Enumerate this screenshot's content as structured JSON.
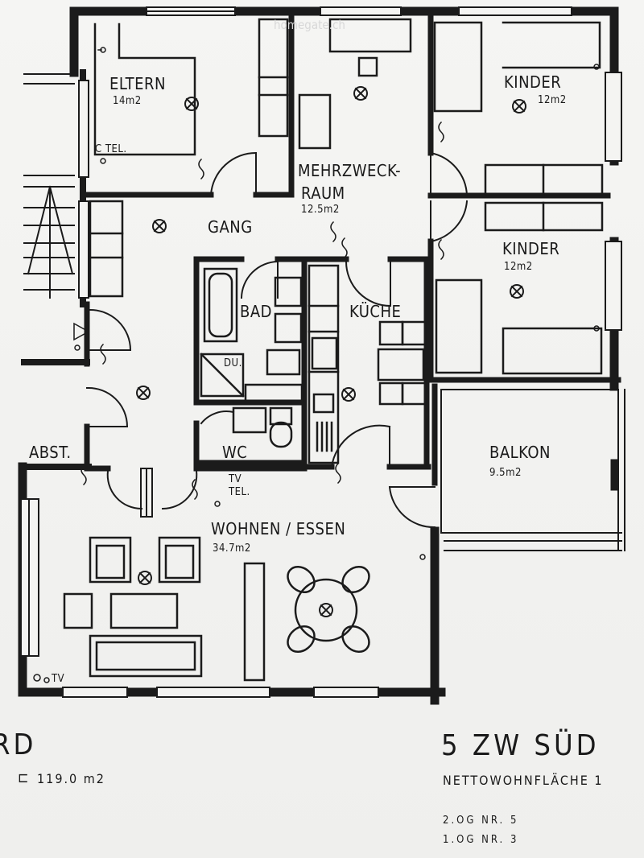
{
  "watermark": "homegate.ch",
  "rooms": {
    "eltern": {
      "name": "ELTERN",
      "area": "14m2"
    },
    "kinder1": {
      "name": "KINDER",
      "area": "12m2"
    },
    "mehrzweck": {
      "name1": "MEHRZWECK-",
      "name2": "RAUM",
      "area": "12.5m2"
    },
    "gang": {
      "name": "GANG"
    },
    "kinder2": {
      "name": "KINDER",
      "area": "12m2"
    },
    "bad": {
      "name": "BAD"
    },
    "du": {
      "name": "DU."
    },
    "kueche": {
      "name": "KÜCHE"
    },
    "wc": {
      "name": "WC"
    },
    "abst": {
      "name": "ABST."
    },
    "balkon": {
      "name": "BALKON",
      "area": "9.5m2"
    },
    "wohnen": {
      "name": "WOHNEN / ESSEN",
      "area": "34.7m2"
    }
  },
  "symbols": {
    "tel_eltern": "C TEL.",
    "tv": "TV",
    "tel": "TEL.",
    "tv_living": "TV"
  },
  "footer": {
    "left_title": "RD",
    "left_area": "119.0 m2",
    "title": "5 ZW SÜD",
    "subtitle": "NETTOWOHNFLÄCHE 1",
    "floors": [
      "2.OG NR. 5",
      "1.OG NR. 3"
    ]
  }
}
